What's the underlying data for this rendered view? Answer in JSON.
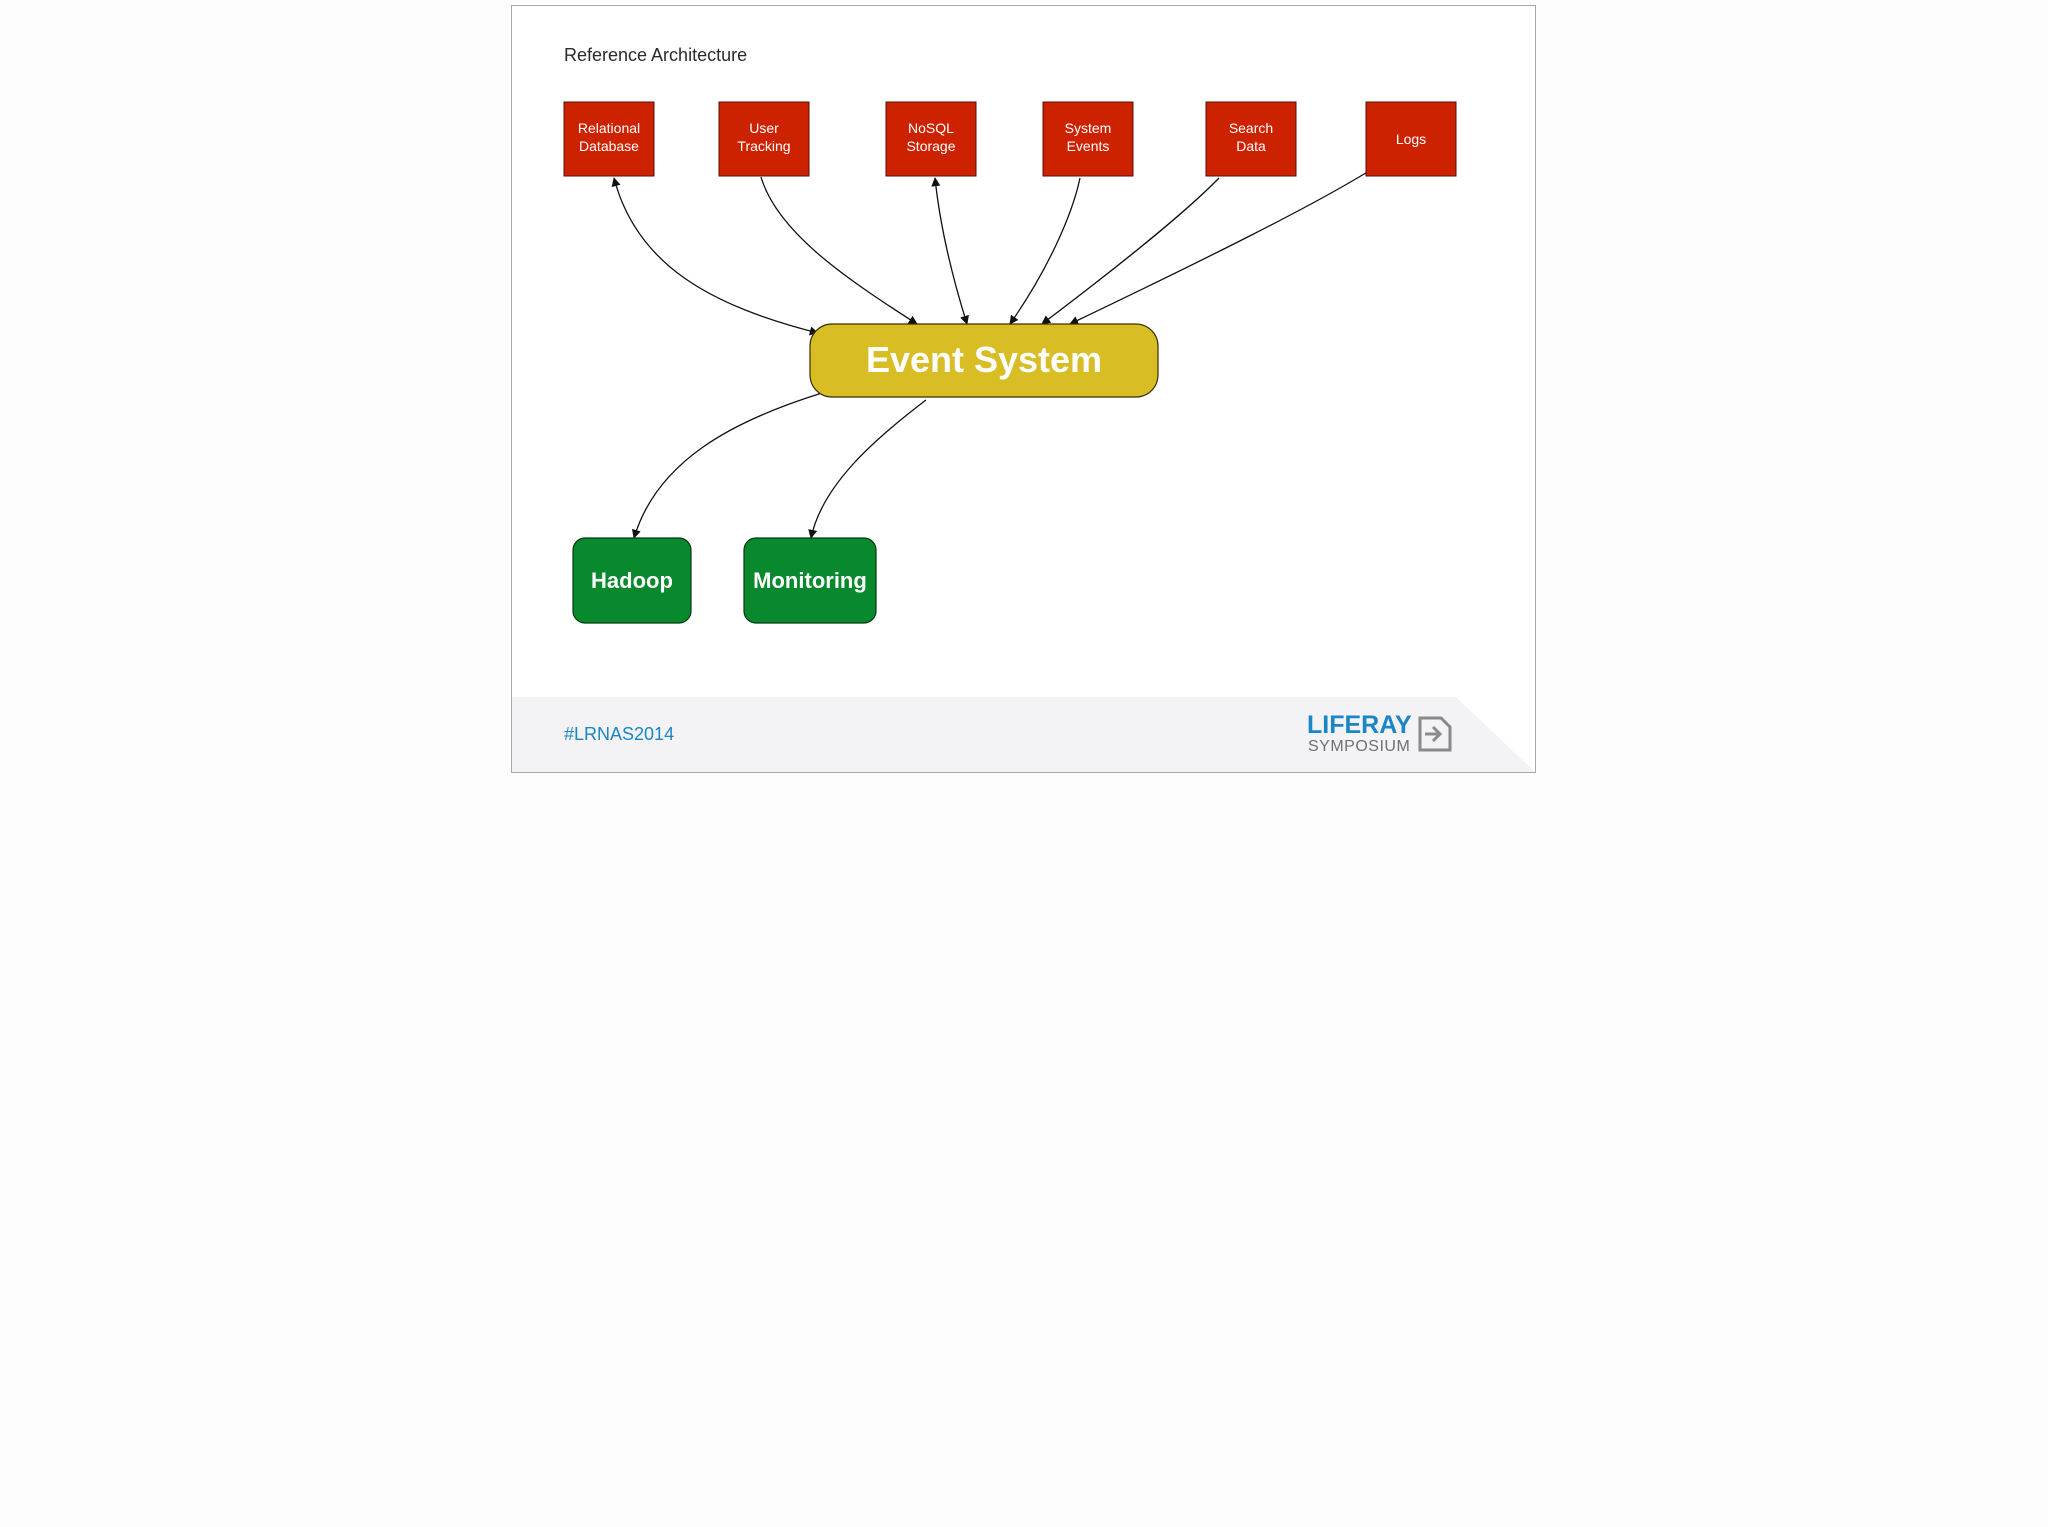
{
  "slide": {
    "title": "Reference Architecture",
    "hashtag": "#LRNAS2014"
  },
  "logo": {
    "line1": "LIFERAY",
    "line2": "SYMPOSIUM"
  },
  "diagram": {
    "sources": [
      {
        "id": "relational-database",
        "lines": [
          "Relational",
          "Database"
        ],
        "arrow": "bidirectional"
      },
      {
        "id": "user-tracking",
        "lines": [
          "User",
          "Tracking"
        ],
        "arrow": "to-event-system"
      },
      {
        "id": "nosql-storage",
        "lines": [
          "NoSQL",
          "Storage"
        ],
        "arrow": "bidirectional"
      },
      {
        "id": "system-events",
        "lines": [
          "System",
          "Events"
        ],
        "arrow": "to-event-system"
      },
      {
        "id": "search-data",
        "lines": [
          "Search",
          "Data"
        ],
        "arrow": "to-event-system"
      },
      {
        "id": "logs",
        "lines": [
          "Logs"
        ],
        "arrow": "to-event-system"
      }
    ],
    "hub": {
      "label": "Event System"
    },
    "sinks": [
      {
        "id": "hadoop",
        "label": "Hadoop"
      },
      {
        "id": "monitoring",
        "label": "Monitoring"
      }
    ]
  },
  "colors": {
    "source_fill": "#cc2200",
    "hub_fill": "#d9bd24",
    "sink_fill": "#08892d",
    "hashtag": "#1a86c6",
    "logo_primary": "#1a86c6",
    "logo_secondary": "#707070"
  }
}
